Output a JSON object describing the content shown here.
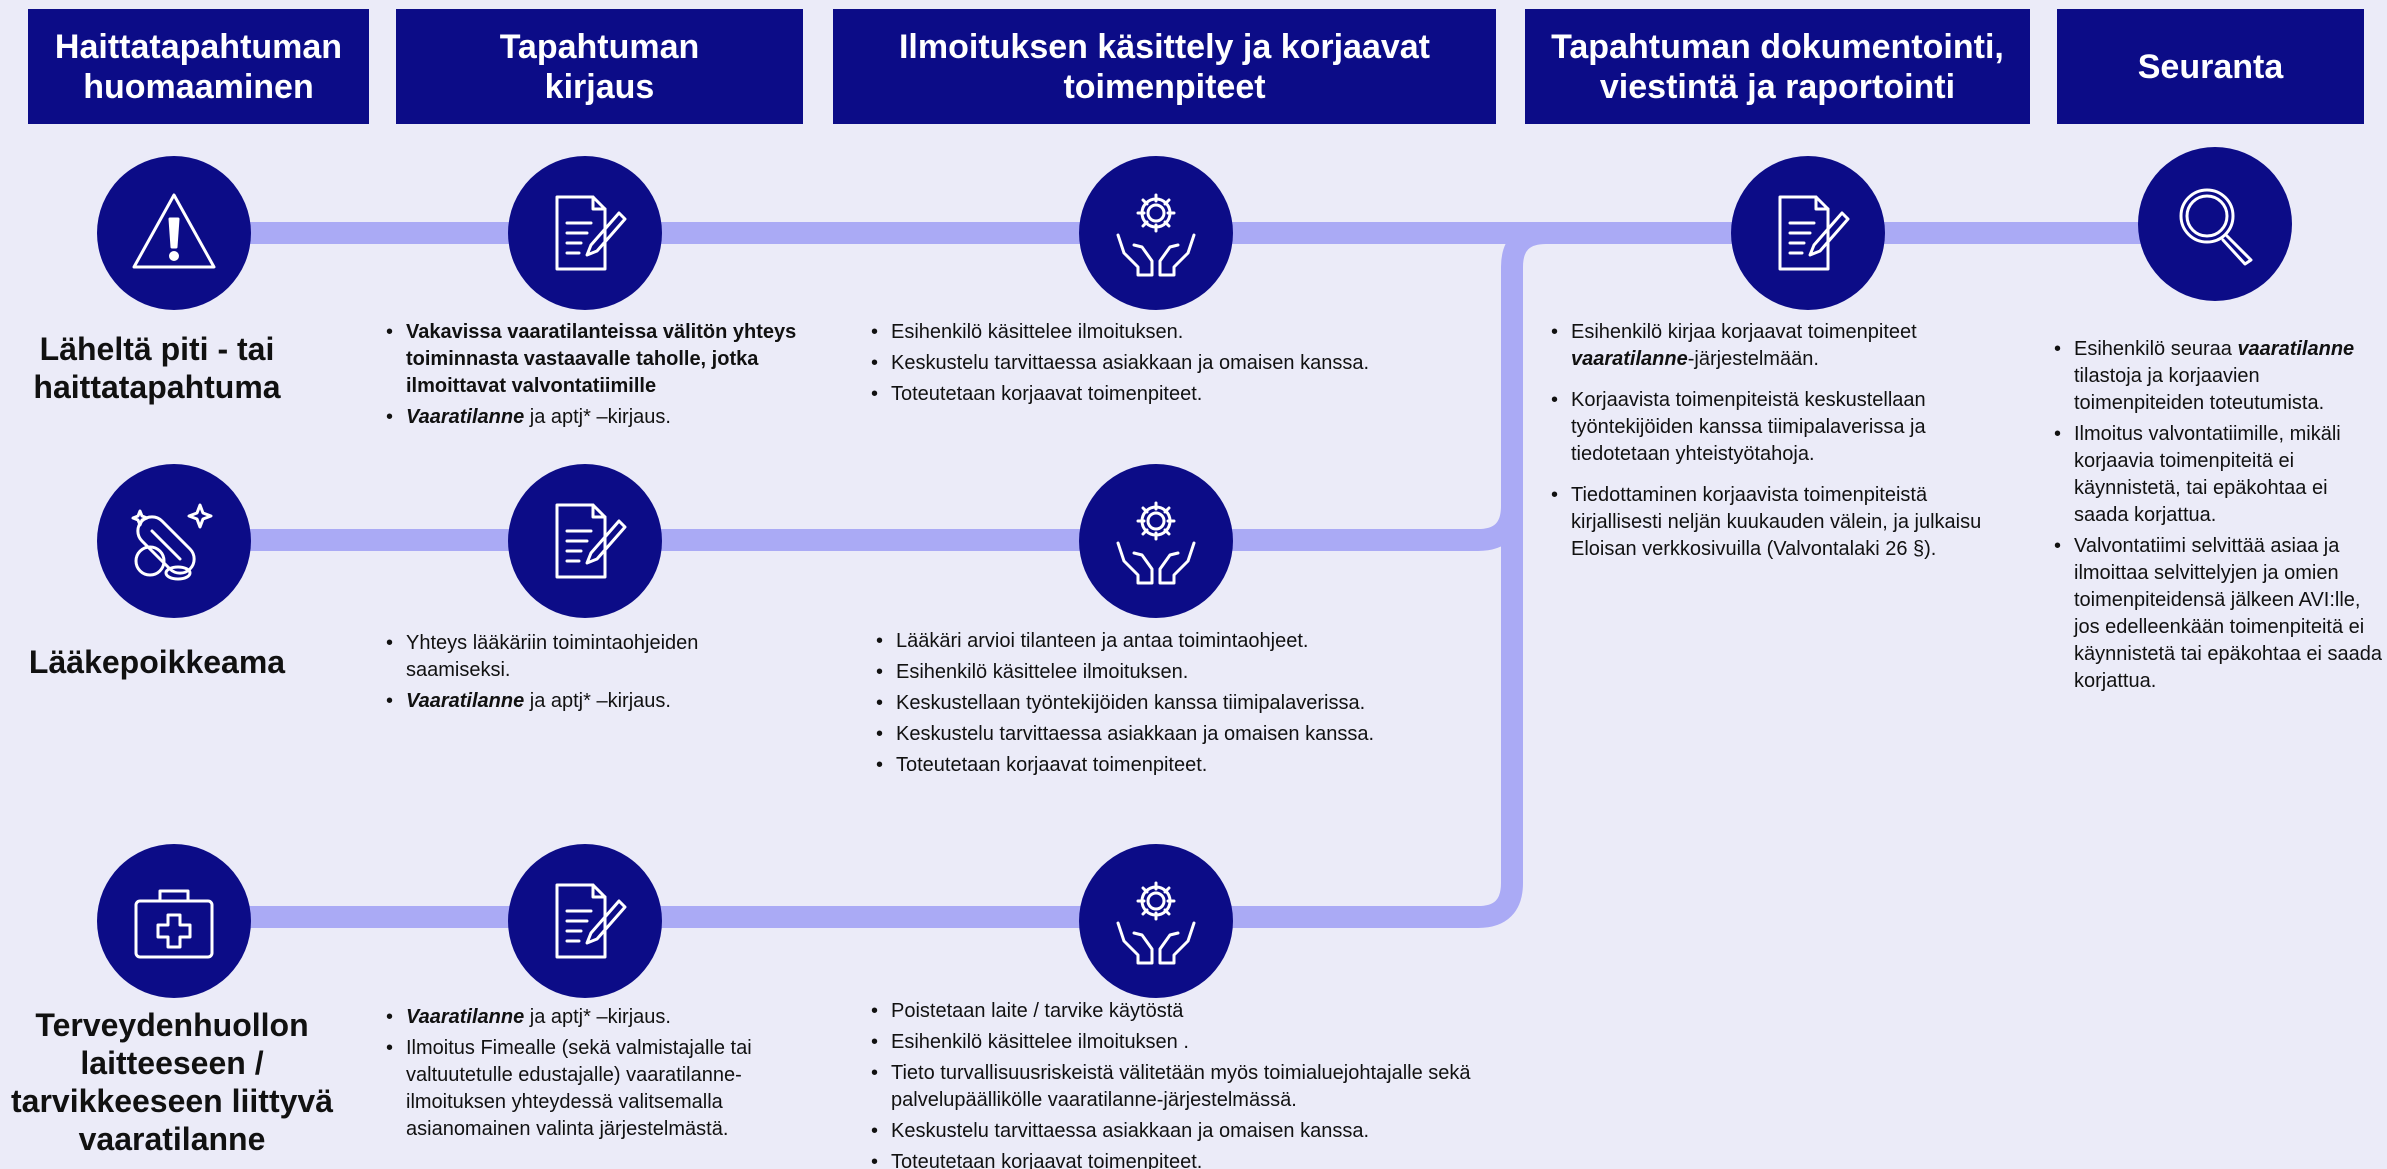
{
  "colors": {
    "navy": "#0c0c87",
    "background": "#ebebf8",
    "connector": "#aaaaf5"
  },
  "headers": [
    {
      "id": "h1",
      "text": "Haittatapahtuman\nhuomaaminen"
    },
    {
      "id": "h2",
      "text": "Tapahtuman\nkirjaus"
    },
    {
      "id": "h3",
      "text": "Ilmoituksen käsittely ja korjaavat\ntoimenpiteet"
    },
    {
      "id": "h4",
      "text": "Tapahtuman dokumentointi,\nviestintä ja raportointi"
    },
    {
      "id": "h5",
      "text": "Seuranta"
    }
  ],
  "rows": [
    {
      "label": "Läheltä piti - tai\nhaittatapahtuma",
      "icon": "warning-icon"
    },
    {
      "label": "Lääkepoikkeama",
      "icon": "pills-icon"
    },
    {
      "label": "Terveydenhuollon\nlaitteeseen /\ntarvikkeeseen liittyvä\nvaaratilanne",
      "icon": "medical-kit-icon"
    }
  ],
  "step_icons": {
    "record": "document-pen-icon",
    "handling": "hands-gear-icon",
    "followup": "magnifier-icon"
  },
  "text": {
    "r1_record": [
      {
        "t": "Vakavissa vaaratilanteissa välitön yhteys toiminnasta vastaavalle taholle, jotka ilmoittavat valvontatiimille",
        "s": "b"
      },
      [
        {
          "t": "Vaaratilanne",
          "s": "bi"
        },
        {
          "t": " ja aptj* –kirjaus."
        }
      ]
    ],
    "r1_handling": [
      "Esihenkilö käsittelee ilmoituksen.",
      "Keskustelu tarvittaessa asiakkaan ja omaisen kanssa.",
      "Toteutetaan korjaavat toimenpiteet."
    ],
    "r2_record": [
      "Yhteys lääkäriin toimintaohjeiden saamiseksi.",
      [
        {
          "t": "Vaaratilanne",
          "s": "bi"
        },
        {
          "t": " ja aptj* –kirjaus."
        }
      ]
    ],
    "r2_handling": [
      "Lääkäri arvioi tilanteen ja antaa toimintaohjeet.",
      "Esihenkilö käsittelee ilmoituksen.",
      "Keskustellaan työntekijöiden kanssa tiimipalaverissa.",
      "Keskustelu tarvittaessa asiakkaan ja omaisen kanssa.",
      "Toteutetaan korjaavat toimenpiteet."
    ],
    "r3_record": [
      [
        {
          "t": "Vaaratilanne",
          "s": "bi"
        },
        {
          "t": " ja aptj* –kirjaus."
        }
      ],
      "Ilmoitus Fimealle (sekä valmistajalle tai valtuutetulle edustajalle) vaaratilanne-ilmoituksen yhteydessä valitsemalla asianomainen valinta järjestelmästä."
    ],
    "r3_handling": [
      "Poistetaan laite / tarvike käytöstä",
      "Esihenkilö käsittelee ilmoituksen .",
      "Tieto turvallisuusriskeistä välitetään myös toimialuejohtajalle sekä palvelupäällikölle vaaratilanne-järjestelmässä.",
      "Keskustelu tarvittaessa asiakkaan ja omaisen kanssa.",
      "Toteutetaan korjaavat toimenpiteet."
    ],
    "documentation": [
      [
        {
          "t": "Esihenkilö kirjaa korjaavat toimenpiteet "
        },
        {
          "t": "vaaratilanne",
          "s": "bi"
        },
        {
          "t": "-järjestelmään."
        }
      ],
      "Korjaavista toimenpiteistä keskustellaan työntekijöiden kanssa tiimipalaverissa ja tiedotetaan yhteistyötahoja.",
      "Tiedottaminen korjaavista toimenpiteistä kirjallisesti neljän kuukauden välein, ja julkaisu Eloisan verkkosivuilla (Valvontalaki 26 §)."
    ],
    "followup": [
      [
        {
          "t": "Esihenkilö seuraa "
        },
        {
          "t": "vaaratilanne",
          "s": "bi"
        },
        {
          "t": " tilastoja ja korjaavien toimenpiteiden toteutumista."
        }
      ],
      "Ilmoitus valvontatiimille, mikäli korjaavia toimenpiteitä ei käynnistetä, tai epäkohtaa ei saada korjattua.",
      "Valvontatiimi selvittää asiaa ja ilmoittaa selvittelyjen ja omien toimenpiteidensä jälkeen AVI:lle, jos edelleenkään toimenpiteitä ei käynnistetä tai epäkohtaa ei saada korjattua."
    ]
  }
}
